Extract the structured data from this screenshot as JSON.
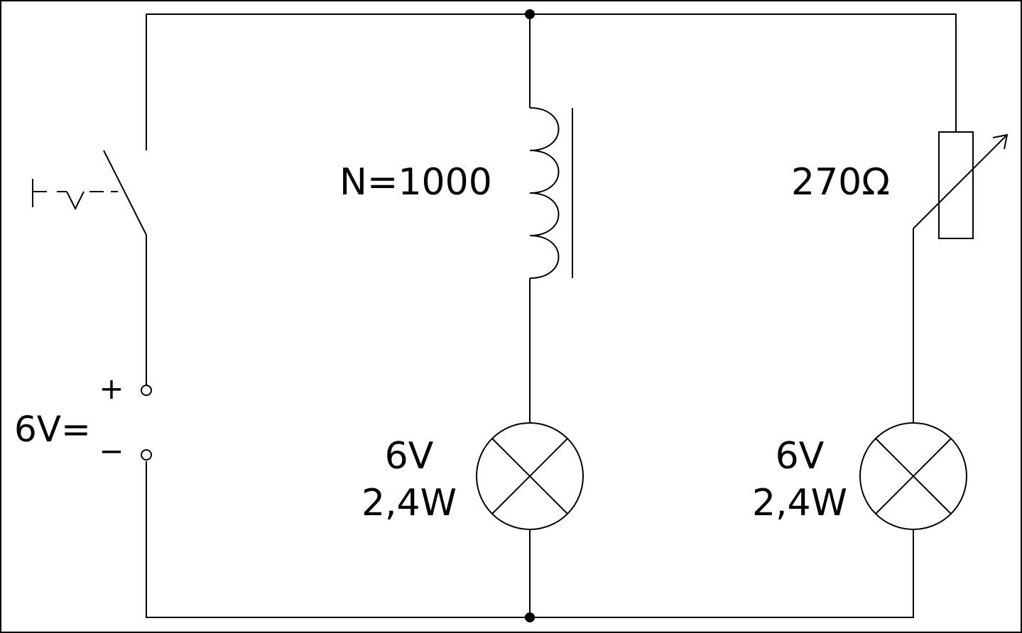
{
  "source": {
    "voltage_label": "6V=",
    "plus_sign": "+",
    "minus_sign": "−"
  },
  "coil": {
    "turns_label": "N=1000"
  },
  "rheostat": {
    "resistance_label": "270Ω"
  },
  "lamp_left": {
    "voltage_label": "6V",
    "power_label": "2,4W"
  },
  "lamp_right": {
    "voltage_label": "6V",
    "power_label": "2,4W"
  },
  "colors": {
    "line": "#000000",
    "background": "#ffffff"
  }
}
